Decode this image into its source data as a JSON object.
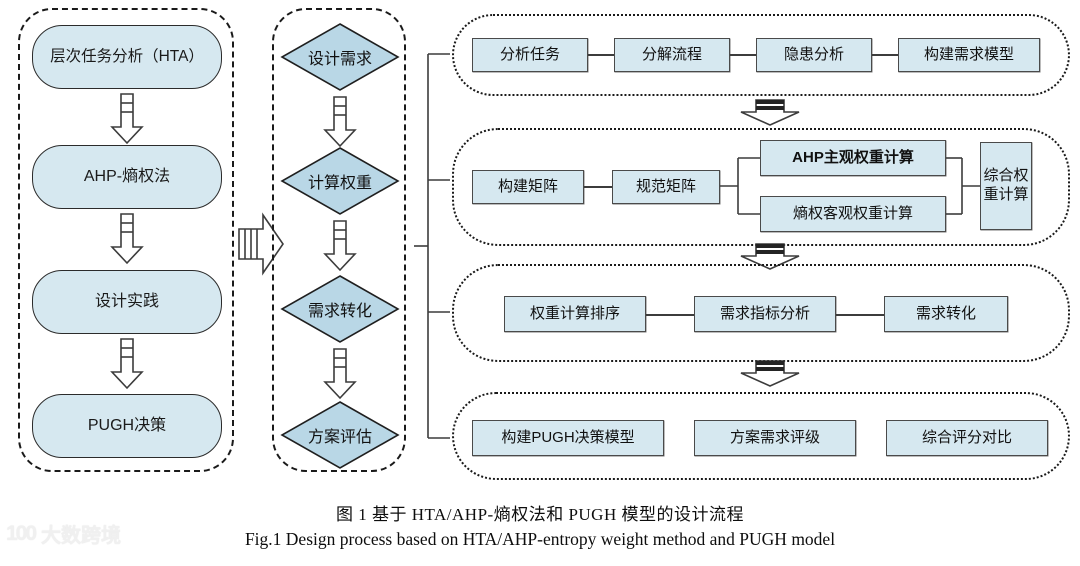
{
  "figure": {
    "caption_cn": "图 1   基于 HTA/AHP-熵权法和 PUGH 模型的设计流程",
    "caption_en": "Fig.1 Design process based on HTA/AHP-entropy weight method and PUGH model"
  },
  "watermark": {
    "mark": "100",
    "text": "大数跨境"
  },
  "colors": {
    "node_fill": "#d6e8f0",
    "diamond_fill": "#b9d7e6",
    "stroke": "#2b2b2b",
    "connector": "#3c3c3c"
  },
  "column_methods": {
    "name": "方法流程",
    "nodes": [
      {
        "label": "层次任务分析（HTA）"
      },
      {
        "label": "AHP-熵权法"
      },
      {
        "label": "设计实践"
      },
      {
        "label": "PUGH决策"
      }
    ],
    "arrows": [
      "down-arrow",
      "down-arrow",
      "down-arrow"
    ]
  },
  "bridge_arrow": {
    "name": "right-block-arrow"
  },
  "column_stages": {
    "name": "阶段流程",
    "nodes": [
      {
        "label": "设计需求"
      },
      {
        "label": "计算权重"
      },
      {
        "label": "需求转化"
      },
      {
        "label": "方案评估"
      }
    ],
    "arrows": [
      "down-arrow",
      "down-arrow",
      "down-arrow"
    ]
  },
  "column_details": {
    "name": "详细步骤",
    "groups": [
      {
        "id": "g1",
        "steps": [
          "分析任务",
          "分解流程",
          "隐患分析",
          "构建需求模型"
        ]
      },
      {
        "id": "g2",
        "steps": [
          "构建矩阵",
          "规范矩阵"
        ],
        "branch": [
          "AHP主观权重计算",
          "熵权客观权重计算"
        ],
        "merge": "综合权重计算"
      },
      {
        "id": "g3",
        "steps": [
          "权重计算排序",
          "需求指标分析",
          "需求转化"
        ]
      },
      {
        "id": "g4",
        "steps": [
          "构建PUGH决策模型",
          "方案需求评级",
          "综合评分对比"
        ]
      }
    ],
    "group_arrows": [
      "down-wide-arrow",
      "down-wide-arrow",
      "down-wide-arrow"
    ]
  }
}
